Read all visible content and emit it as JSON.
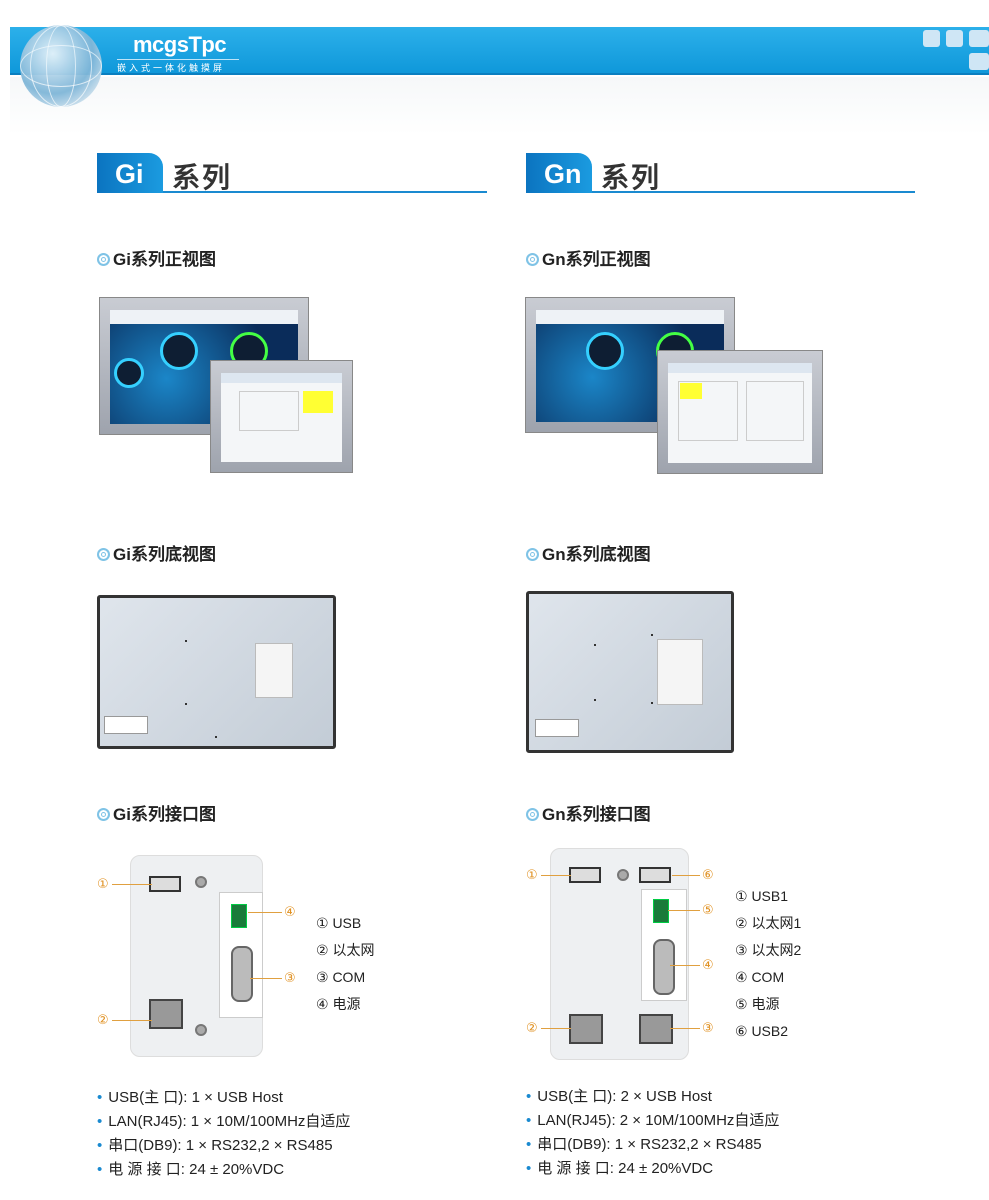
{
  "header": {
    "logo": "mcgsTpc",
    "tagline": "嵌入式一体化触摸屏"
  },
  "gi": {
    "badge": "Gi",
    "title": "系列",
    "front_title": "Gi系列正视图",
    "bottom_title": "Gi系列底视图",
    "interface_title": "Gi系列接口图",
    "callouts": [
      "①",
      "②",
      "③",
      "④"
    ],
    "legend": [
      "① USB",
      "② 以太网",
      "③ COM",
      "④ 电源"
    ],
    "specs": [
      "USB(主 口): 1 × USB Host",
      "LAN(RJ45): 1 × 10M/100MHz自适应",
      "串口(DB9): 1 × RS232,2 × RS485",
      "电 源 接 口: 24 ± 20%VDC"
    ]
  },
  "gn": {
    "badge": "Gn",
    "title": "系列",
    "front_title": "Gn系列正视图",
    "bottom_title": "Gn系列底视图",
    "interface_title": "Gn系列接口图",
    "callouts": [
      "①",
      "②",
      "③",
      "④",
      "⑤",
      "⑥"
    ],
    "legend": [
      "① USB1",
      "② 以太网1",
      "③ 以太网2",
      "④ COM",
      "⑤ 电源",
      "⑥ USB2"
    ],
    "specs": [
      "USB(主 口): 2 × USB Host",
      "LAN(RJ45): 2 × 10M/100MHz自适应",
      "串口(DB9): 1 × RS232,2 × RS485",
      "电 源 接 口: 24 ± 20%VDC"
    ]
  },
  "colors": {
    "brand": "#1aa0e0",
    "accent": "#0b74c0",
    "callout": "#e09020"
  }
}
